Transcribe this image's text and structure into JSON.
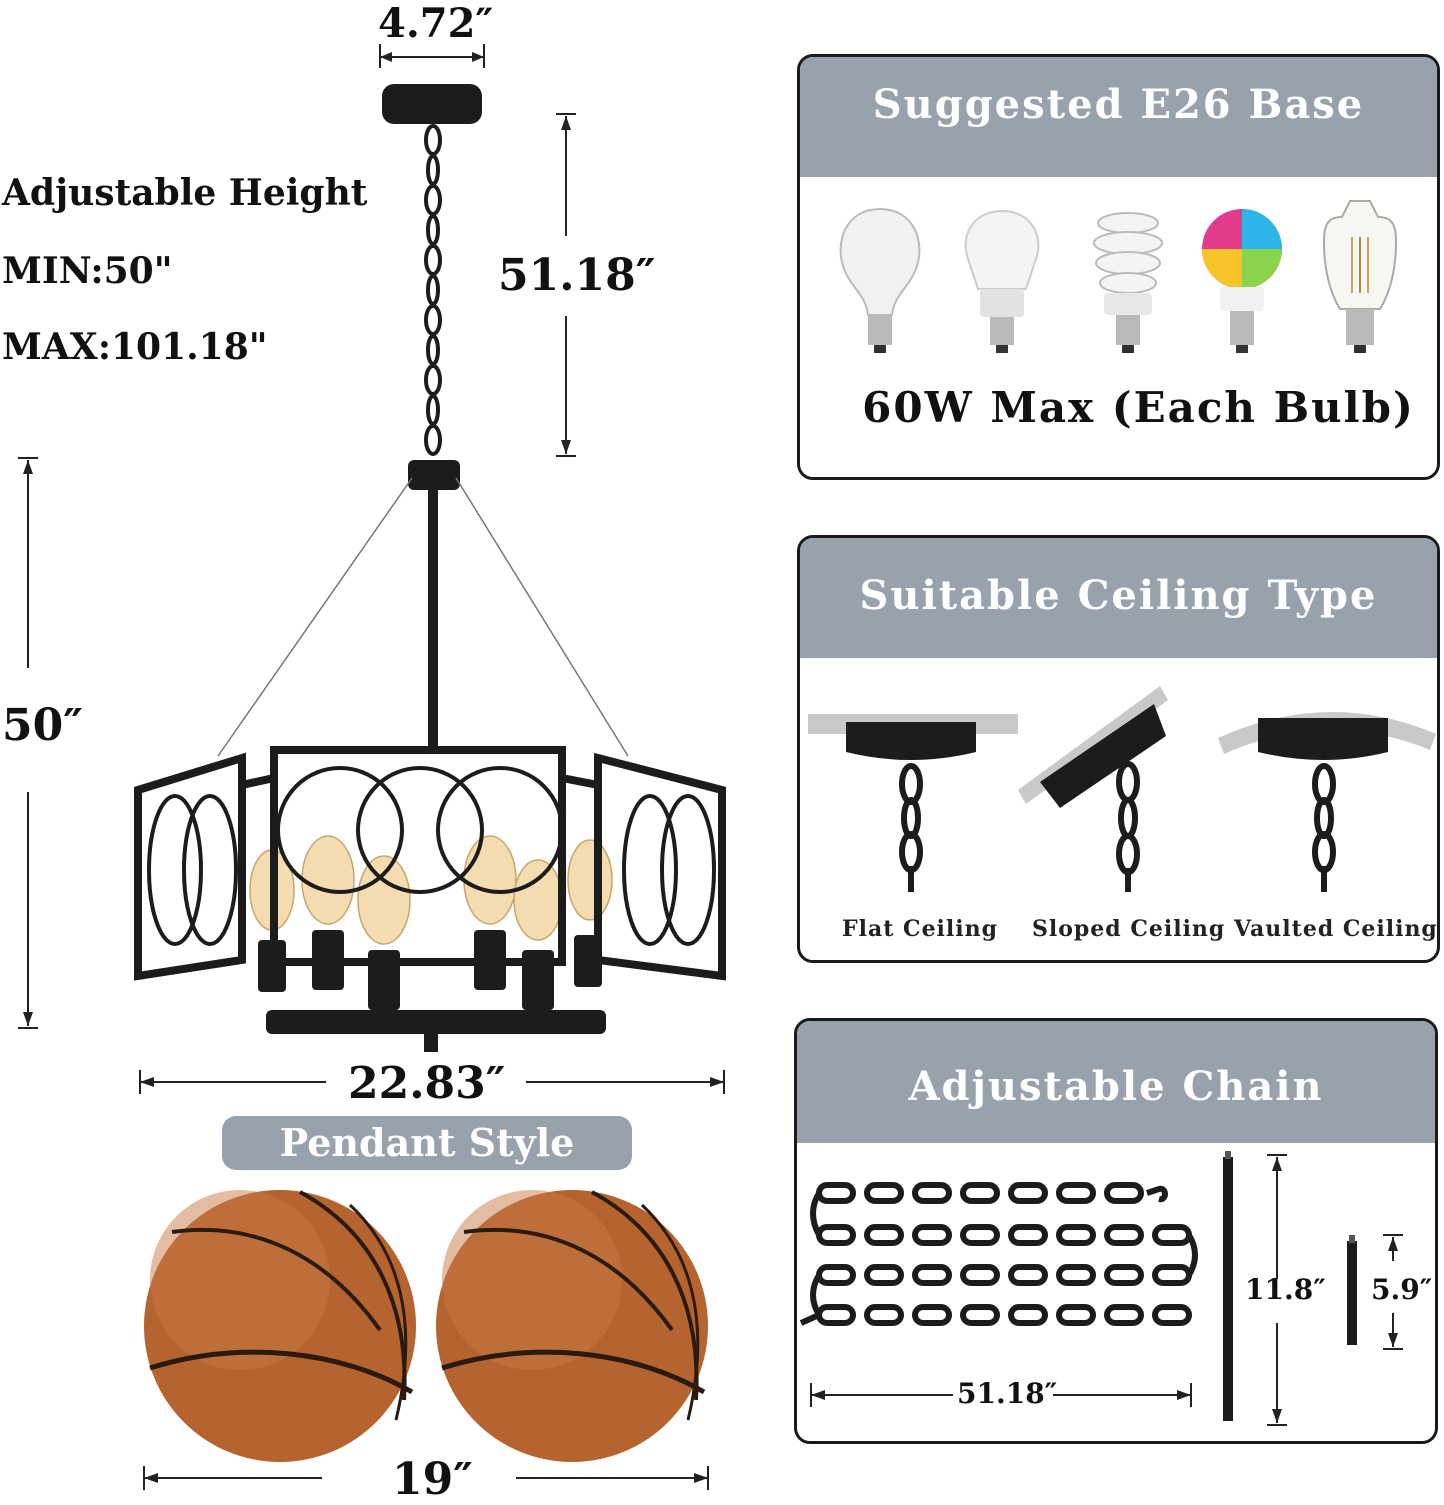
{
  "left": {
    "top_width": "4.72″",
    "height_note": {
      "title": "Adjustable Height",
      "min": "MIN:50\"",
      "max": "MAX:101.18\""
    },
    "chain_length": "51.18″",
    "body_height": "50″",
    "body_width": "22.83″",
    "style_label": "Pendant Style",
    "ball_width": "19″"
  },
  "bulbs_panel": {
    "title": "Suggested E26 Base Bulbs",
    "bulb_icons": [
      "incandescent-bulb-icon",
      "led-bulb-icon",
      "cfl-spiral-bulb-icon",
      "rgb-smart-bulb-icon",
      "edison-filament-bulb-icon"
    ],
    "max_note": "60W Max (Each Bulb)"
  },
  "ceiling_panel": {
    "title": "Suitable Ceiling Type",
    "types": [
      "Flat Ceiling",
      "Sloped Ceiling",
      "Vaulted Ceiling"
    ]
  },
  "chain_panel": {
    "title": "Adjustable Chain",
    "chain_length": "51.18″",
    "rod_long": "11.8″",
    "rod_short": "5.9″"
  },
  "colors": {
    "panel_header": "#98a2ac",
    "metal": "#1c1c1c",
    "ball": "#b5642f"
  }
}
